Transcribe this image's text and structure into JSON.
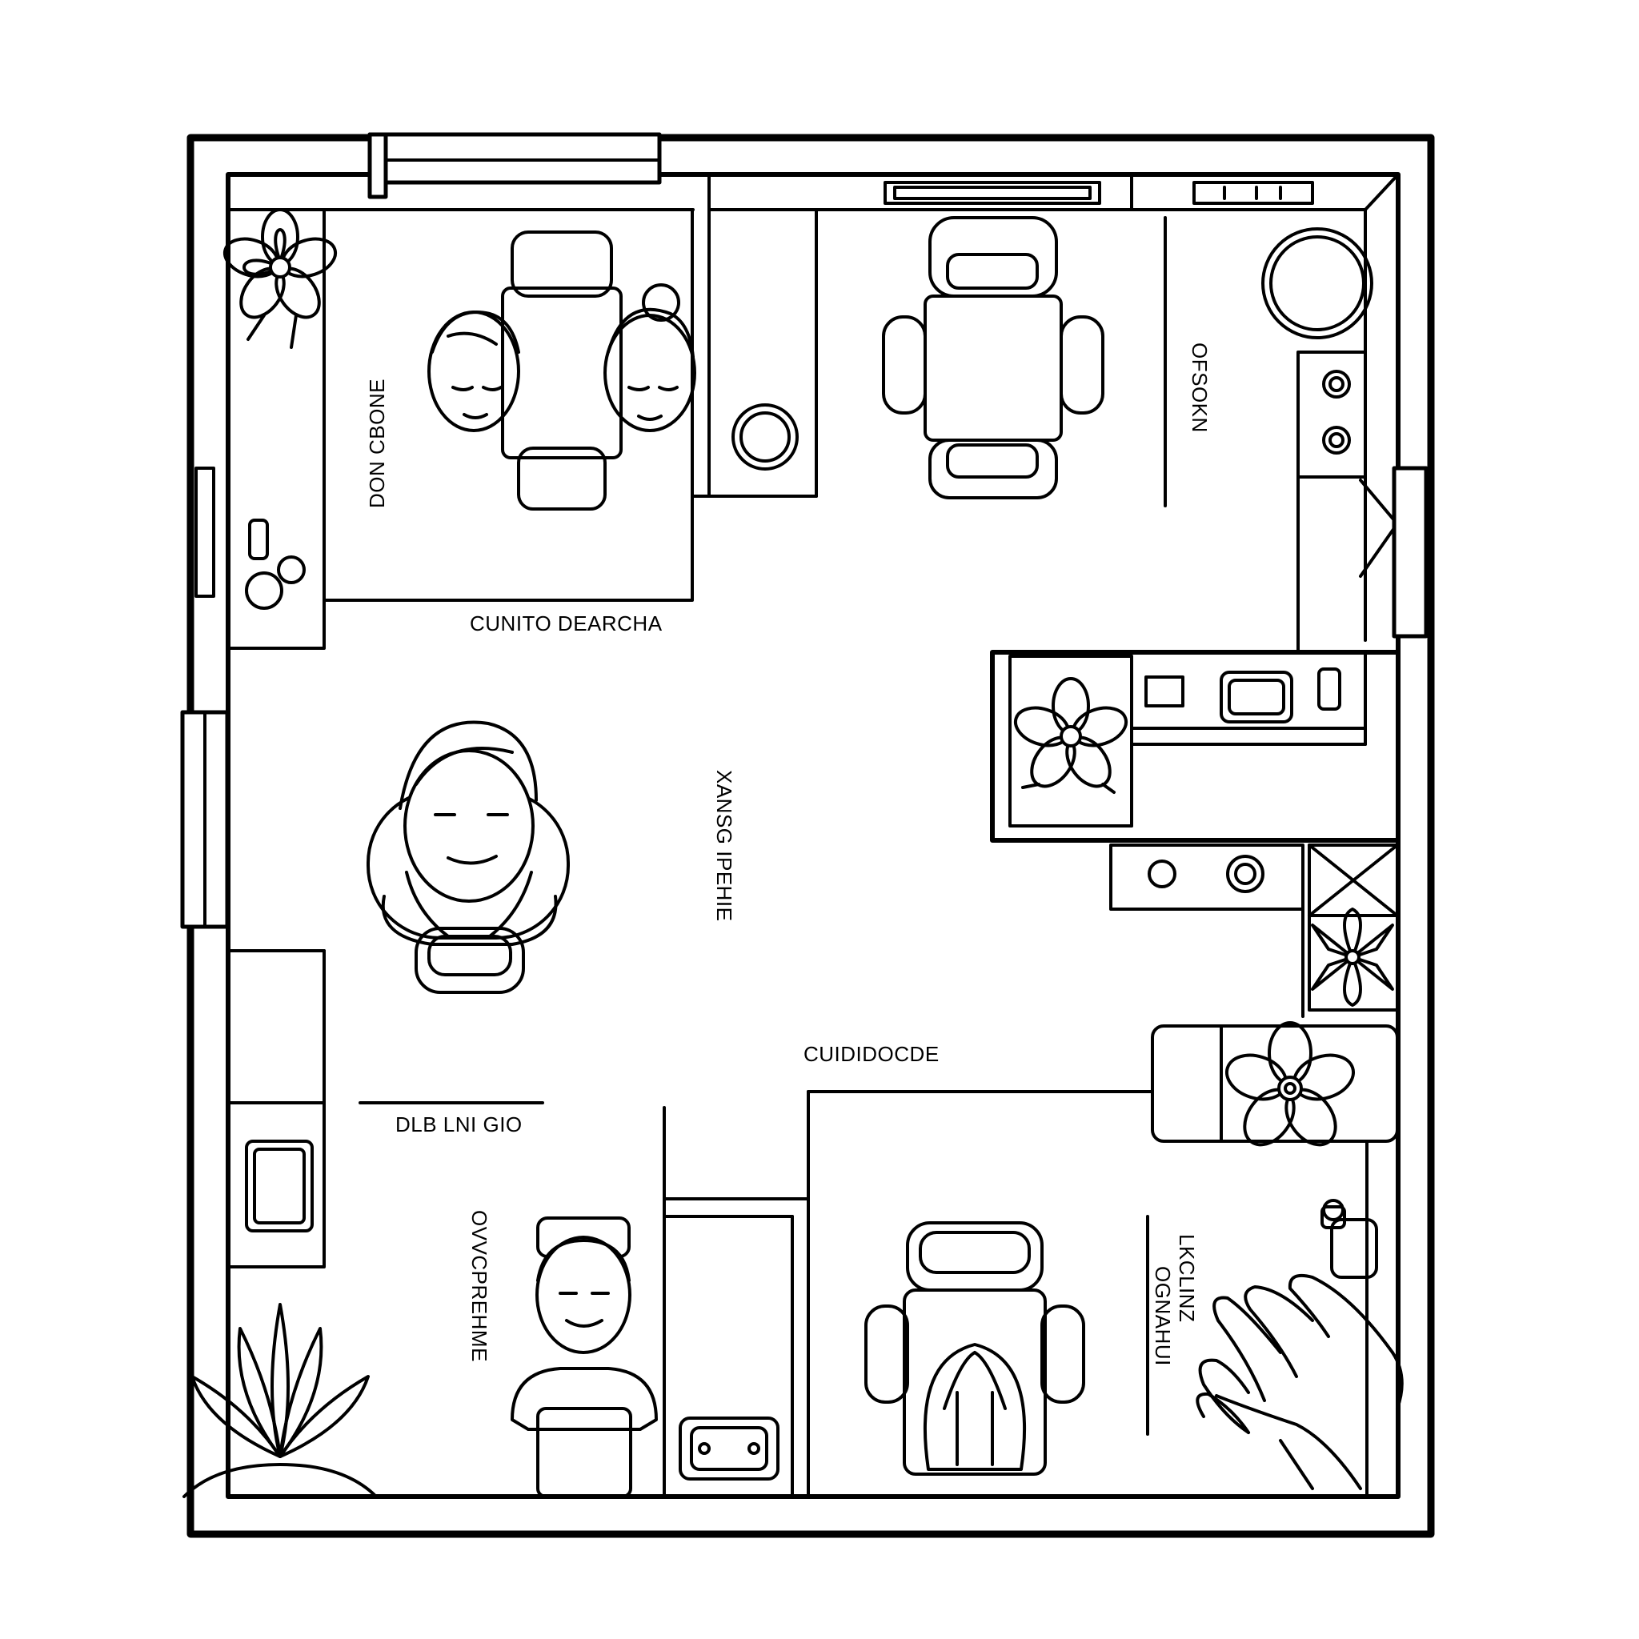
{
  "floorplan": {
    "rooms": [
      {
        "id": "top-left",
        "label": "DON CBONE"
      },
      {
        "id": "corridor",
        "label": "CUNITO DEARCHA"
      },
      {
        "id": "center",
        "label": "XANSG IPEHIE"
      },
      {
        "id": "top-right",
        "label": "OFSOKN"
      },
      {
        "id": "lower-right",
        "label": "CUIDIDOCDE"
      },
      {
        "id": "lower-left-counter",
        "label": "DLB LNI GIO"
      },
      {
        "id": "lower-left",
        "label": "OVVCPREHME"
      },
      {
        "id": "bottom-right-a",
        "label": "OGNAHUI"
      },
      {
        "id": "bottom-right-b",
        "label": "LKCLINZ"
      }
    ],
    "colors": {
      "line": "#000000",
      "fill": "#ffffff"
    },
    "icons": [
      "flower-icon",
      "person-icon",
      "chair-icon",
      "table-icon",
      "sink-icon",
      "stove-icon",
      "hand-icon",
      "bottle-icon"
    ]
  }
}
